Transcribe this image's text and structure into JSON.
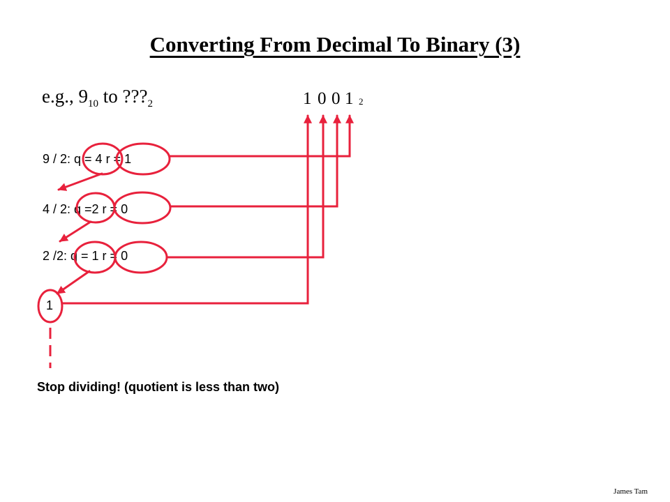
{
  "slide": {
    "title": "Converting From Decimal To Binary (3)",
    "example": {
      "prefix": "e.g., 9",
      "sub_from": "10",
      "middle": " to ???",
      "sub_to": "2"
    },
    "binary_digits": [
      "1",
      "0",
      "0",
      "1"
    ],
    "binary_base": "2",
    "steps": [
      "9 / 2: q = 4 r = 1",
      "4 / 2: q =2 r = 0",
      "2 /2: q = 1 r = 0",
      "1"
    ],
    "stop_note": "Stop dividing! (quotient is less than two)",
    "author": "James Tam",
    "annotation_color": "#e8213c"
  }
}
